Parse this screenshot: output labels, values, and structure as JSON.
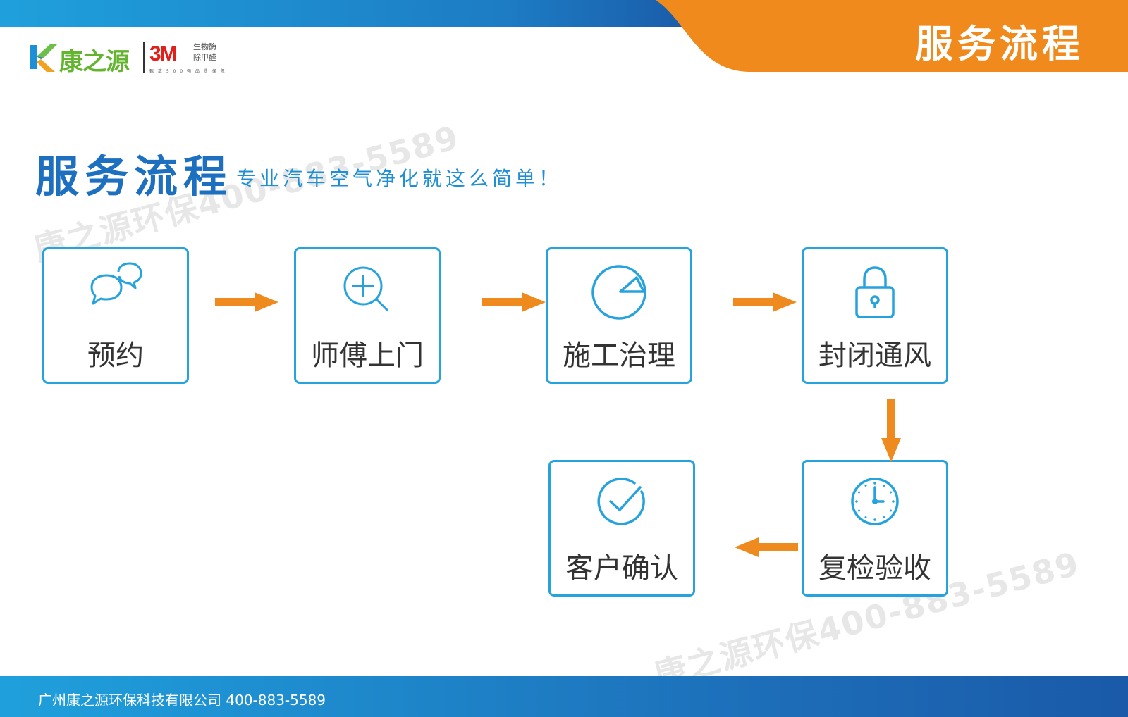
{
  "header": {
    "title": "服务流程",
    "logo_name": "康之源",
    "logo_brand": "3M",
    "logo_sub": "生物酶除甲醛",
    "logo_tag": "甄 萃 5 0 0 强   品 质 保 障"
  },
  "watermarks": [
    "康之源环保400-883-5589",
    "康之源环保400-883-5589"
  ],
  "main": {
    "title": "服务流程",
    "subtitle": "专业汽车空气净化就这么简单！"
  },
  "steps": [
    {
      "label": "预约",
      "icon": "chat-bubbles-icon"
    },
    {
      "label": "师傅上门",
      "icon": "zoom-in-icon"
    },
    {
      "label": "施工治理",
      "icon": "pie-chart-icon"
    },
    {
      "label": "封闭通风",
      "icon": "lock-icon"
    },
    {
      "label": "复检验收",
      "icon": "clock-icon"
    },
    {
      "label": "客户确认",
      "icon": "check-circle-icon"
    }
  ],
  "colors": {
    "accent_blue": "#26a2dd",
    "title_blue": "#1d6fc0",
    "arrow_orange": "#ef8a1f",
    "header_orange": "#f08a1c"
  },
  "footer": {
    "text": "广州康之源环保科技有限公司 400-883-5589"
  }
}
